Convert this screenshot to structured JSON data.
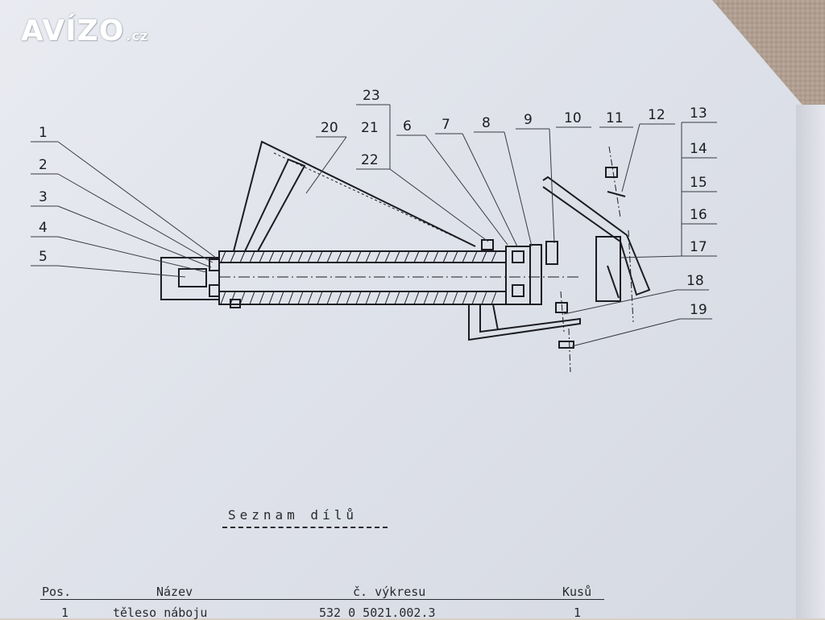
{
  "watermark": {
    "brand": "AVÍZO",
    "suffix": ".cz"
  },
  "diagram": {
    "callouts": [
      "1",
      "2",
      "3",
      "4",
      "5",
      "6",
      "7",
      "8",
      "9",
      "10",
      "11",
      "12",
      "13",
      "14",
      "15",
      "16",
      "17",
      "18",
      "19",
      "20",
      "21",
      "22",
      "23"
    ]
  },
  "parts_list": {
    "title": "Seznam dílů",
    "columns": {
      "pos": "Pos.",
      "name": "Název",
      "drawing_no": "č. výkresu",
      "qty": "Kusů"
    },
    "rows": [
      {
        "pos": "1",
        "name": "těleso náboju",
        "drawing_no": "532 0 5021.002.3",
        "qty": "1"
      }
    ]
  },
  "colors": {
    "ink": "#1c1c22",
    "paper": "#e2e5ec"
  }
}
